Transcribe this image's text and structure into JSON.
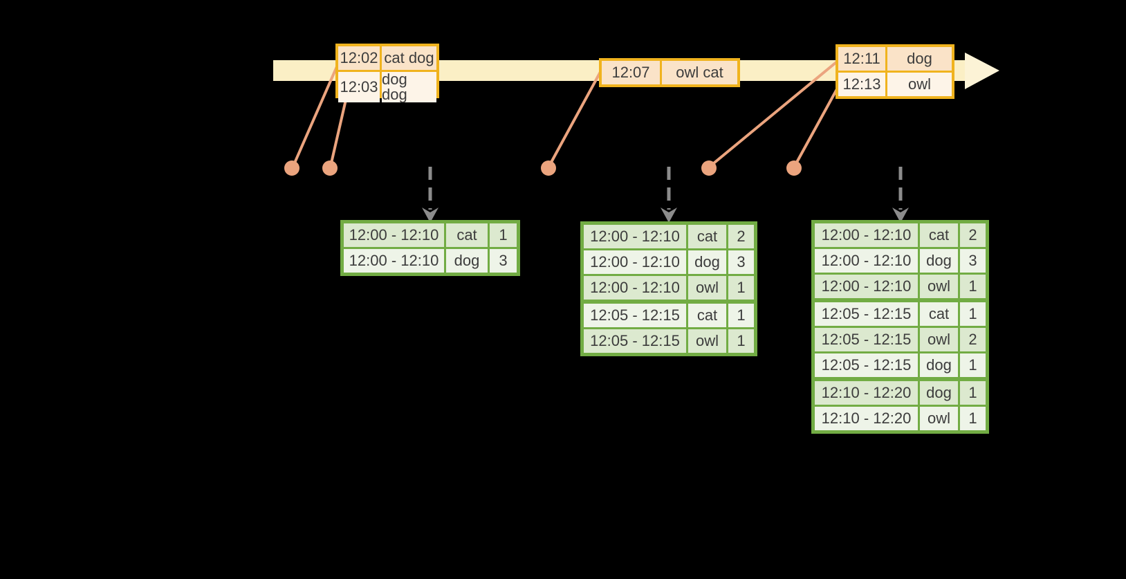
{
  "event_tables": [
    {
      "rows": [
        {
          "time": "12:02",
          "words": "cat dog"
        },
        {
          "time": "12:03",
          "words": "dog dog"
        }
      ]
    },
    {
      "rows": [
        {
          "time": "12:07",
          "words": "owl cat"
        }
      ]
    },
    {
      "rows": [
        {
          "time": "12:11",
          "words": "dog"
        },
        {
          "time": "12:13",
          "words": "owl"
        }
      ]
    }
  ],
  "result_tables": [
    {
      "rows": [
        {
          "window": "12:00 - 12:10",
          "word": "cat",
          "count": "1"
        },
        {
          "window": "12:00 - 12:10",
          "word": "dog",
          "count": "3"
        }
      ]
    },
    {
      "rows": [
        {
          "window": "12:00 - 12:10",
          "word": "cat",
          "count": "2"
        },
        {
          "window": "12:00 - 12:10",
          "word": "dog",
          "count": "3"
        },
        {
          "window": "12:00 - 12:10",
          "word": "owl",
          "count": "1"
        },
        {
          "window": "12:05 - 12:15",
          "word": "cat",
          "count": "1"
        },
        {
          "window": "12:05 - 12:15",
          "word": "owl",
          "count": "1"
        }
      ]
    },
    {
      "rows": [
        {
          "window": "12:00 - 12:10",
          "word": "cat",
          "count": "2"
        },
        {
          "window": "12:00 - 12:10",
          "word": "dog",
          "count": "3"
        },
        {
          "window": "12:00 - 12:10",
          "word": "owl",
          "count": "1"
        },
        {
          "window": "12:05 - 12:15",
          "word": "cat",
          "count": "1"
        },
        {
          "window": "12:05 - 12:15",
          "word": "owl",
          "count": "2"
        },
        {
          "window": "12:05 - 12:15",
          "word": "dog",
          "count": "1"
        },
        {
          "window": "12:10 - 12:20",
          "word": "dog",
          "count": "1"
        },
        {
          "window": "12:10 - 12:20",
          "word": "owl",
          "count": "1"
        }
      ]
    }
  ],
  "colors": {
    "background": "#000000",
    "timeline_shaft": "#FBEFC5",
    "timeline_head": "#FCF3D6",
    "event_border": "#F0B31E",
    "event_row_dark": "#FAE3C8",
    "event_row_light": "#FDF4E8",
    "connector": "#EBA47E",
    "dashed_arrow": "#8C8C8C",
    "result_border": "#72AC44",
    "result_row_dark": "#DCE9CF",
    "result_row_light": "#EEF4E8",
    "text": "#3C3C3C"
  }
}
